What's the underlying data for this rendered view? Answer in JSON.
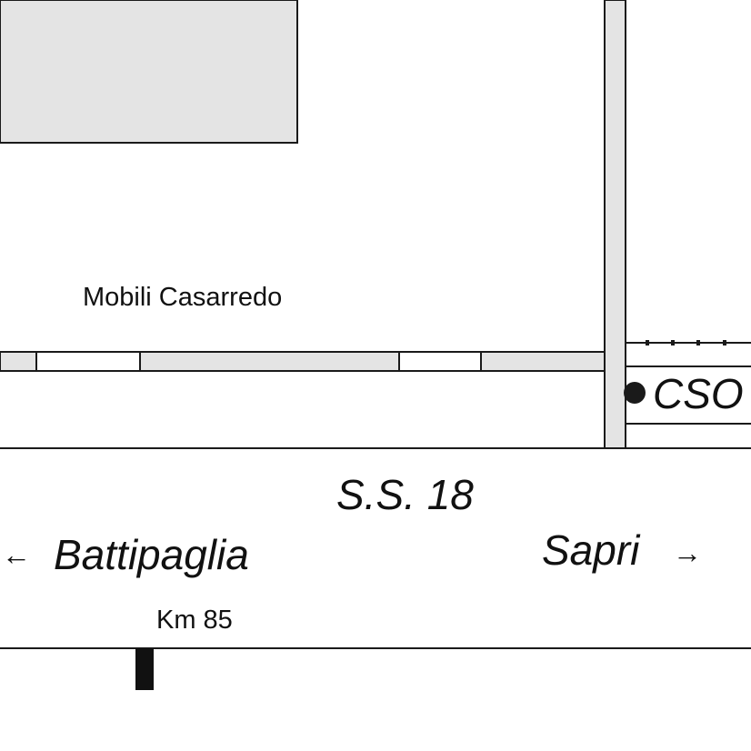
{
  "map": {
    "poi_label": "Mobili Casarredo",
    "road_label": "S.S. 18",
    "direction_west": "Battipaglia",
    "direction_east": "Sapri",
    "arrow_west": "←",
    "arrow_east": "→",
    "km_label": "Km 85",
    "street_label_partial": "CSO"
  },
  "colors": {
    "building_fill": "#e4e4e4",
    "road_fill": "#ffffff",
    "line": "#1a1a1a",
    "marker": "#1a1a1a"
  }
}
